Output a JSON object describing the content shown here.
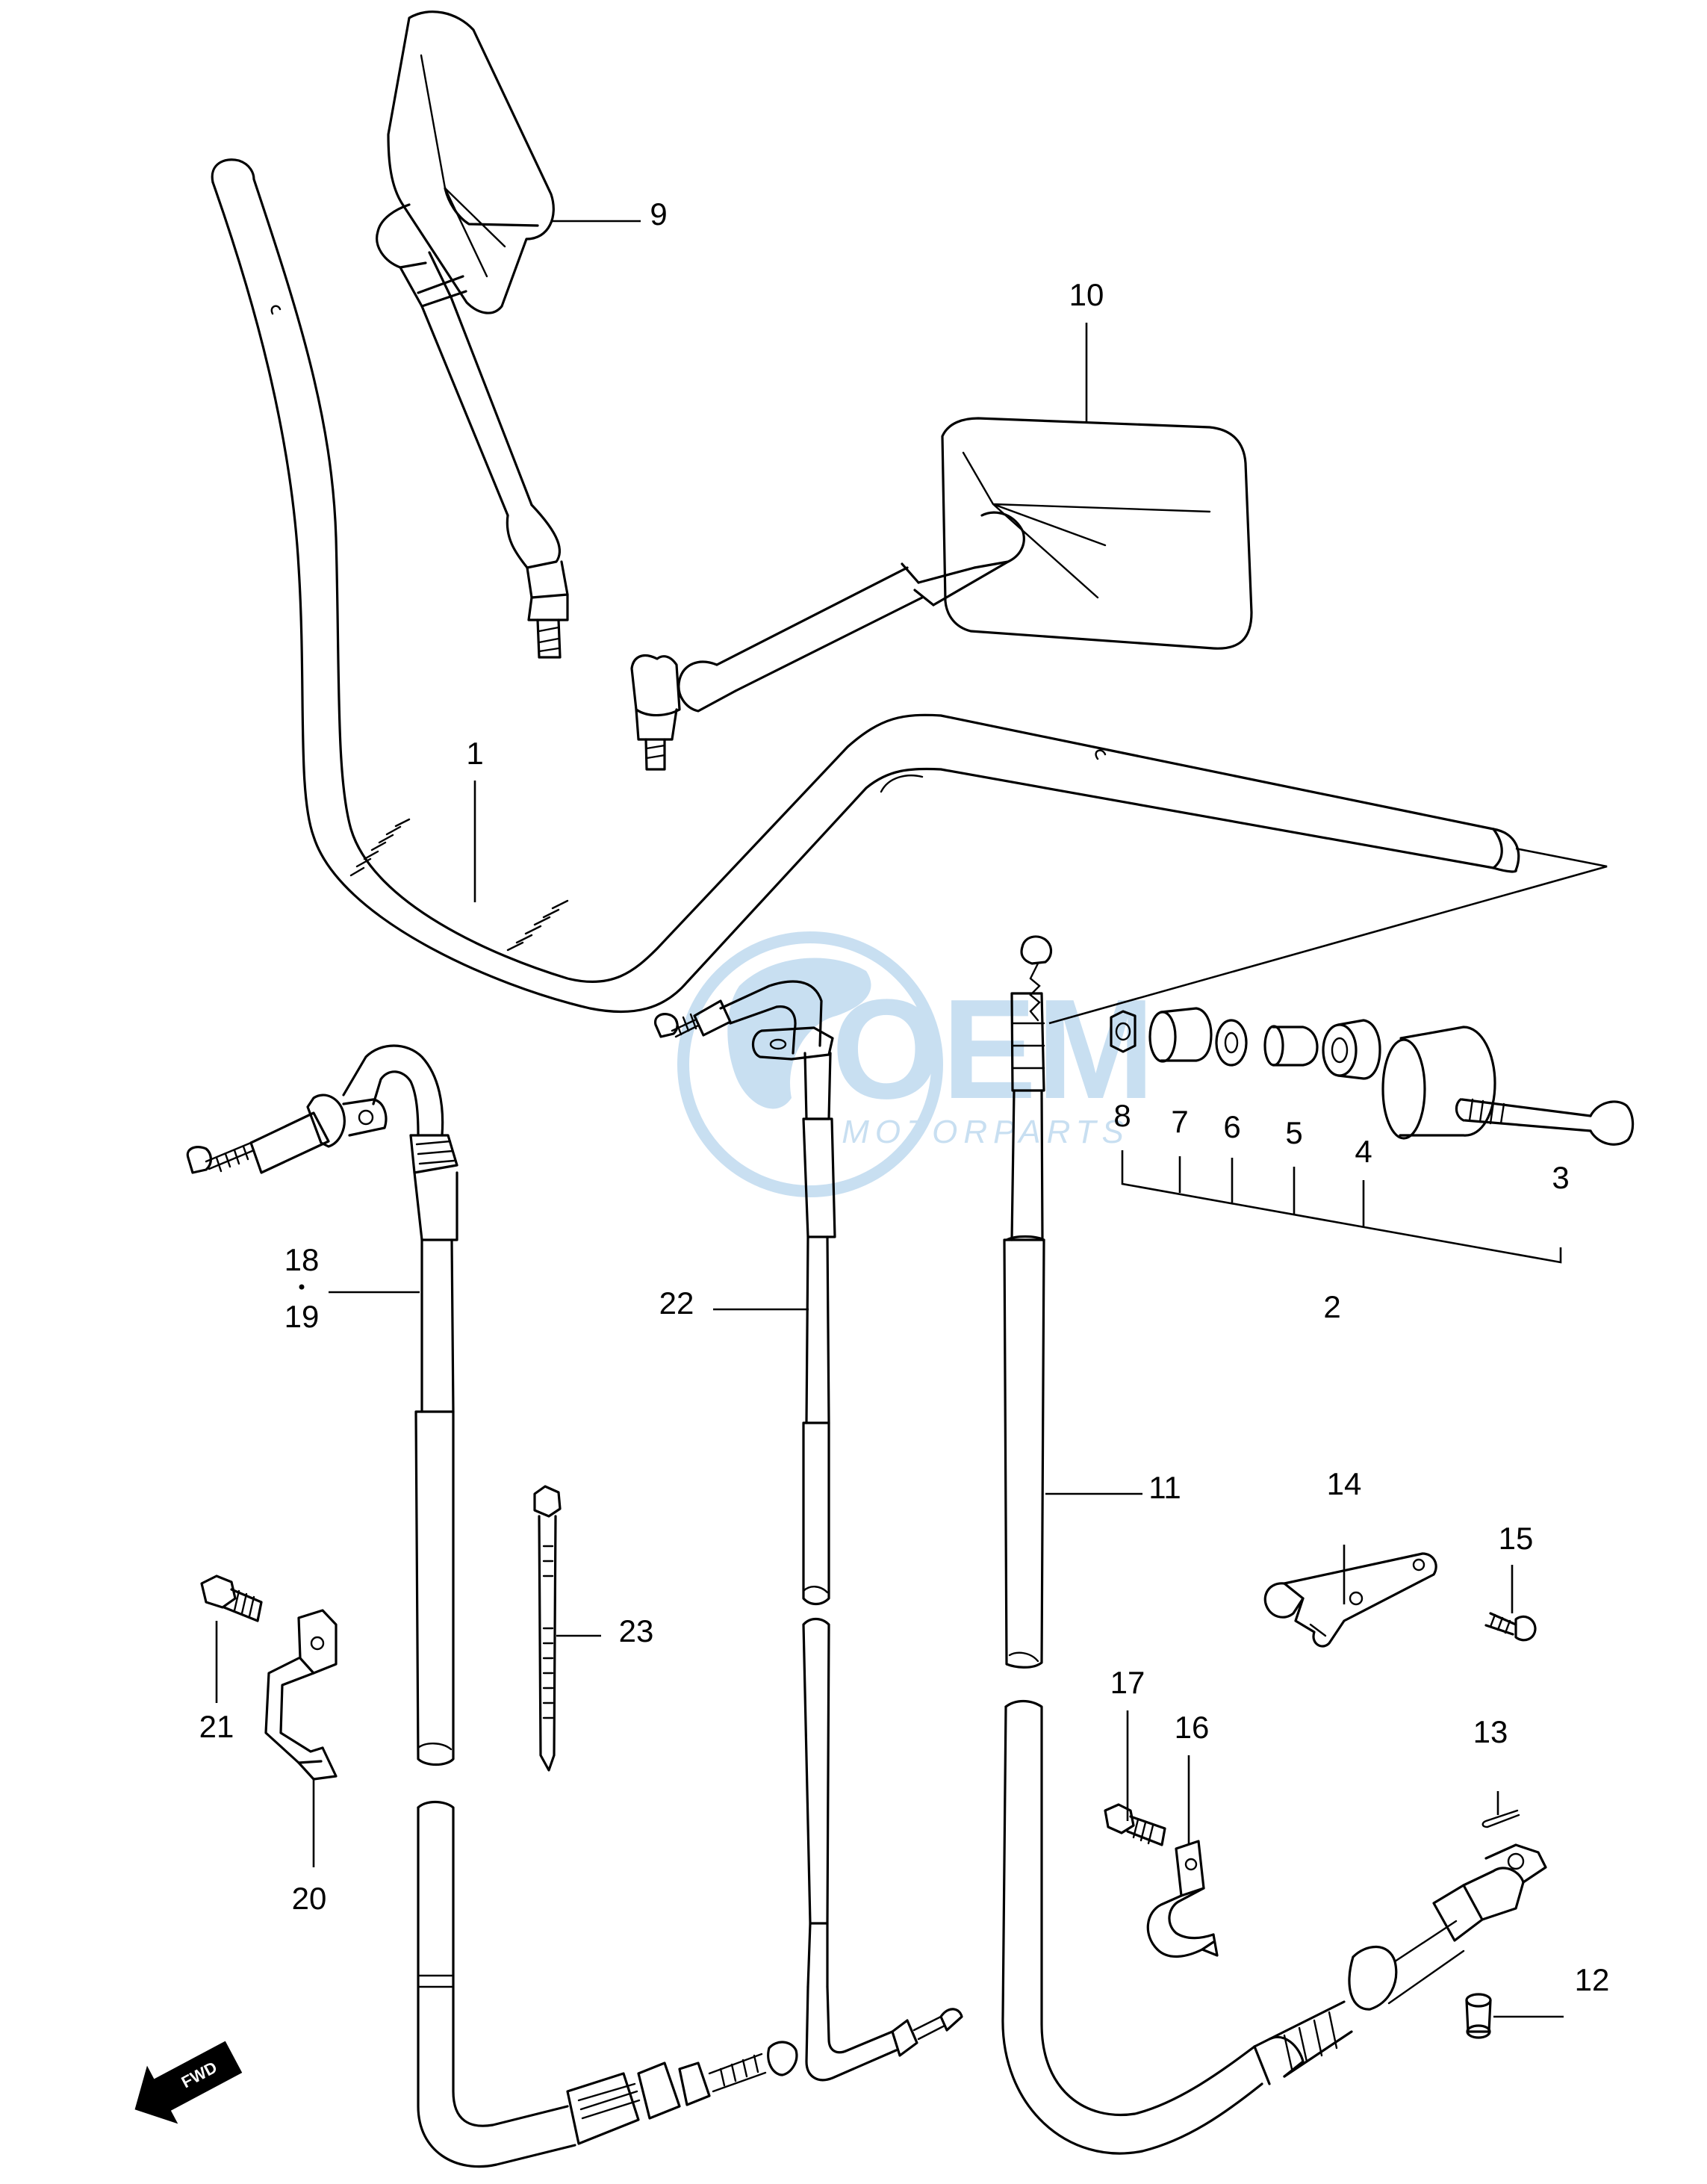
{
  "diagram": {
    "watermark": {
      "brand": "OEM",
      "tagline": "MOTORPARTS"
    },
    "direction_badge": "FWD",
    "callouts": [
      {
        "id": "1",
        "part": "handlebar"
      },
      {
        "id": "2",
        "part": "balancer-assembly"
      },
      {
        "id": "3",
        "part": "screw"
      },
      {
        "id": "4",
        "part": "cushion"
      },
      {
        "id": "5",
        "part": "collar"
      },
      {
        "id": "6",
        "part": "washer"
      },
      {
        "id": "7",
        "part": "spacer"
      },
      {
        "id": "8",
        "part": "nut"
      },
      {
        "id": "9",
        "part": "left-mirror"
      },
      {
        "id": "10",
        "part": "right-mirror"
      },
      {
        "id": "11",
        "part": "clutch-cable"
      },
      {
        "id": "12",
        "part": "pin"
      },
      {
        "id": "13",
        "part": "cotter-pin"
      },
      {
        "id": "14",
        "part": "bracket-lever"
      },
      {
        "id": "15",
        "part": "screw"
      },
      {
        "id": "16",
        "part": "cable-clamp"
      },
      {
        "id": "17",
        "part": "bolt"
      },
      {
        "id": "18",
        "part": "throttle-cable-pulling"
      },
      {
        "id": "19",
        "part": "throttle-cable-returning"
      },
      {
        "id": "20",
        "part": "cable-guide"
      },
      {
        "id": "21",
        "part": "bolt"
      },
      {
        "id": "22",
        "part": "throttle-cable"
      },
      {
        "id": "23",
        "part": "cable-tie"
      }
    ]
  }
}
